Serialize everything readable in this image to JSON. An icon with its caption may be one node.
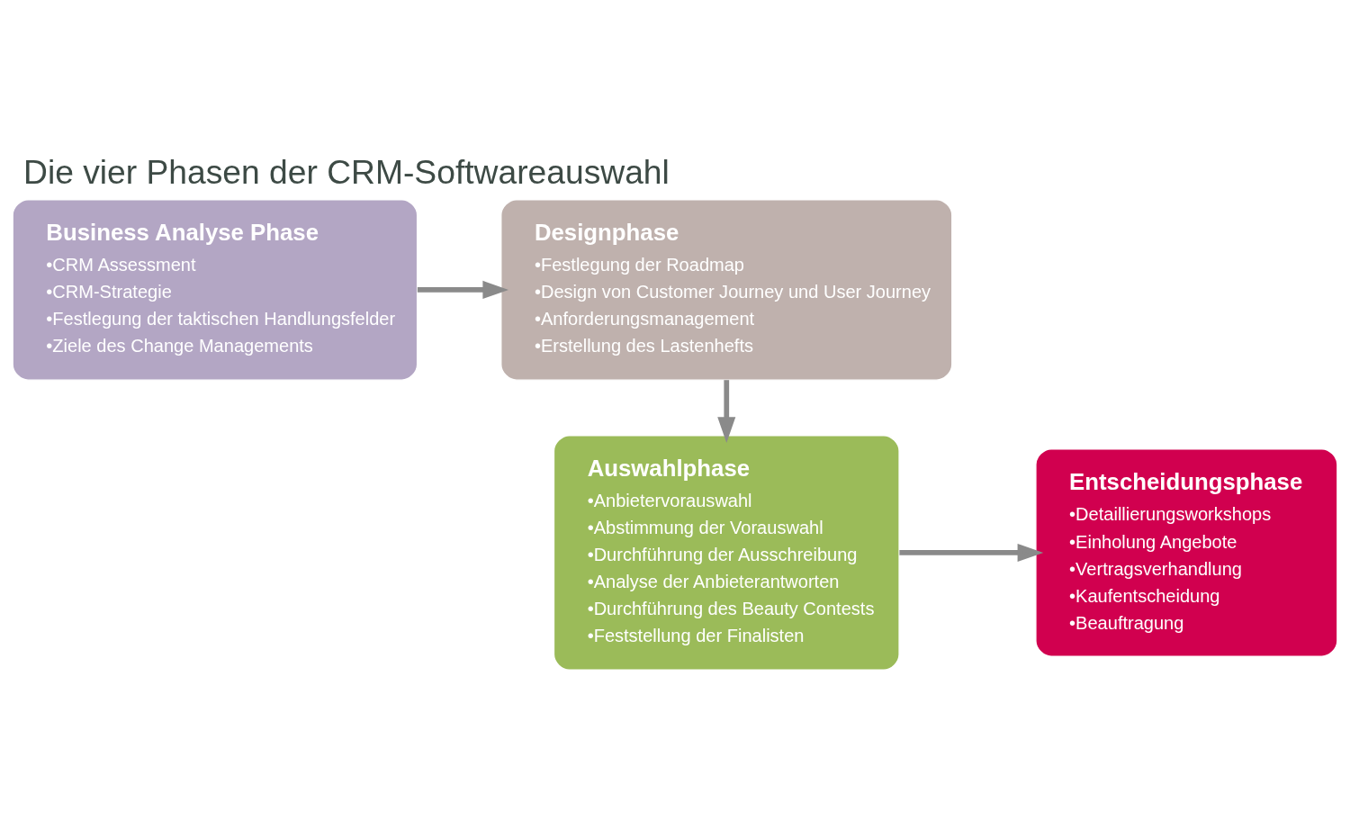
{
  "diagram": {
    "title": "Die vier Phasen der CRM-Softwareauswahl",
    "nodes": [
      {
        "text": [
          "Business Analyse Phase",
          "•CRM Assessment",
          "•CRM-Strategie",
          "•Festlegung der taktischen Handlungsfelder",
          "•Ziele des Change Managements"
        ]
      },
      {
        "text": [
          "Designphase",
          "•Festlegung der Roadmap",
          "•Design von Customer Journey und User Journey",
          "•Anforderungsmanagement",
          "•Erstellung des Lastenhefts"
        ]
      },
      {
        "text": [
          "Auswahlphase",
          "•Anbietervorauswahl",
          "•Abstimmung der Vorauswahl",
          "•Durchführung der Ausschreibung",
          "•Analyse der Anbieterantworten",
          "•Durchführung des Beauty Contests",
          "•Feststellung der Finalisten"
        ]
      },
      {
        "text": [
          "Entscheidungsphase",
          "•Detaillierungsworkshops",
          "•Einholung Angebote",
          "•Vertragsverhandlung",
          "•Kaufentscheidung",
          "•Beauftragung"
        ]
      }
    ],
    "edges": [
      {
        "from": 0,
        "to": 1,
        "arrow": "to"
      },
      {
        "from": 1,
        "to": 2,
        "arrow": "to"
      },
      {
        "from": 2,
        "to": 3,
        "arrow": "to"
      }
    ]
  }
}
